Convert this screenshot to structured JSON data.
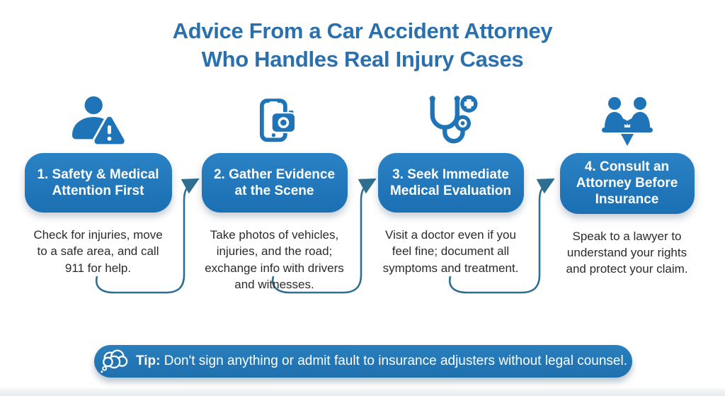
{
  "title": {
    "line1": "Advice From a Car Accident Attorney",
    "line2": "Who Handles Real Injury Cases"
  },
  "steps": [
    {
      "icon": "person-warning-icon",
      "label": "1. Safety & Medical Attention First",
      "description": "Check for injuries, move to a safe area, and call 911 for help."
    },
    {
      "icon": "phone-camera-icon",
      "label": "2. Gather Evidence at the Scene",
      "description": "Take photos of vehicles, injuries, and the road; exchange info with drivers and witnesses."
    },
    {
      "icon": "stethoscope-plus-icon",
      "label": "3. Seek Immediate Medical Evaluation",
      "description": "Visit a doctor even if you feel fine; document all symptoms and treatment."
    },
    {
      "icon": "handshake-scale-icon",
      "label": "4. Consult an Attorney Before Insurance",
      "description": "Speak to a lawyer to understand your rights and protect your claim."
    }
  ],
  "tip": {
    "label": "Tip:",
    "text": "Don't sign anything or admit fault to insurance adjusters without legal counsel."
  },
  "colors": {
    "title_blue": "#2B70AE",
    "box_blue": "#1E74B6",
    "pill_blue": "#2173B2",
    "connector": "#2E6E90",
    "body_text": "#2B2B2B"
  }
}
